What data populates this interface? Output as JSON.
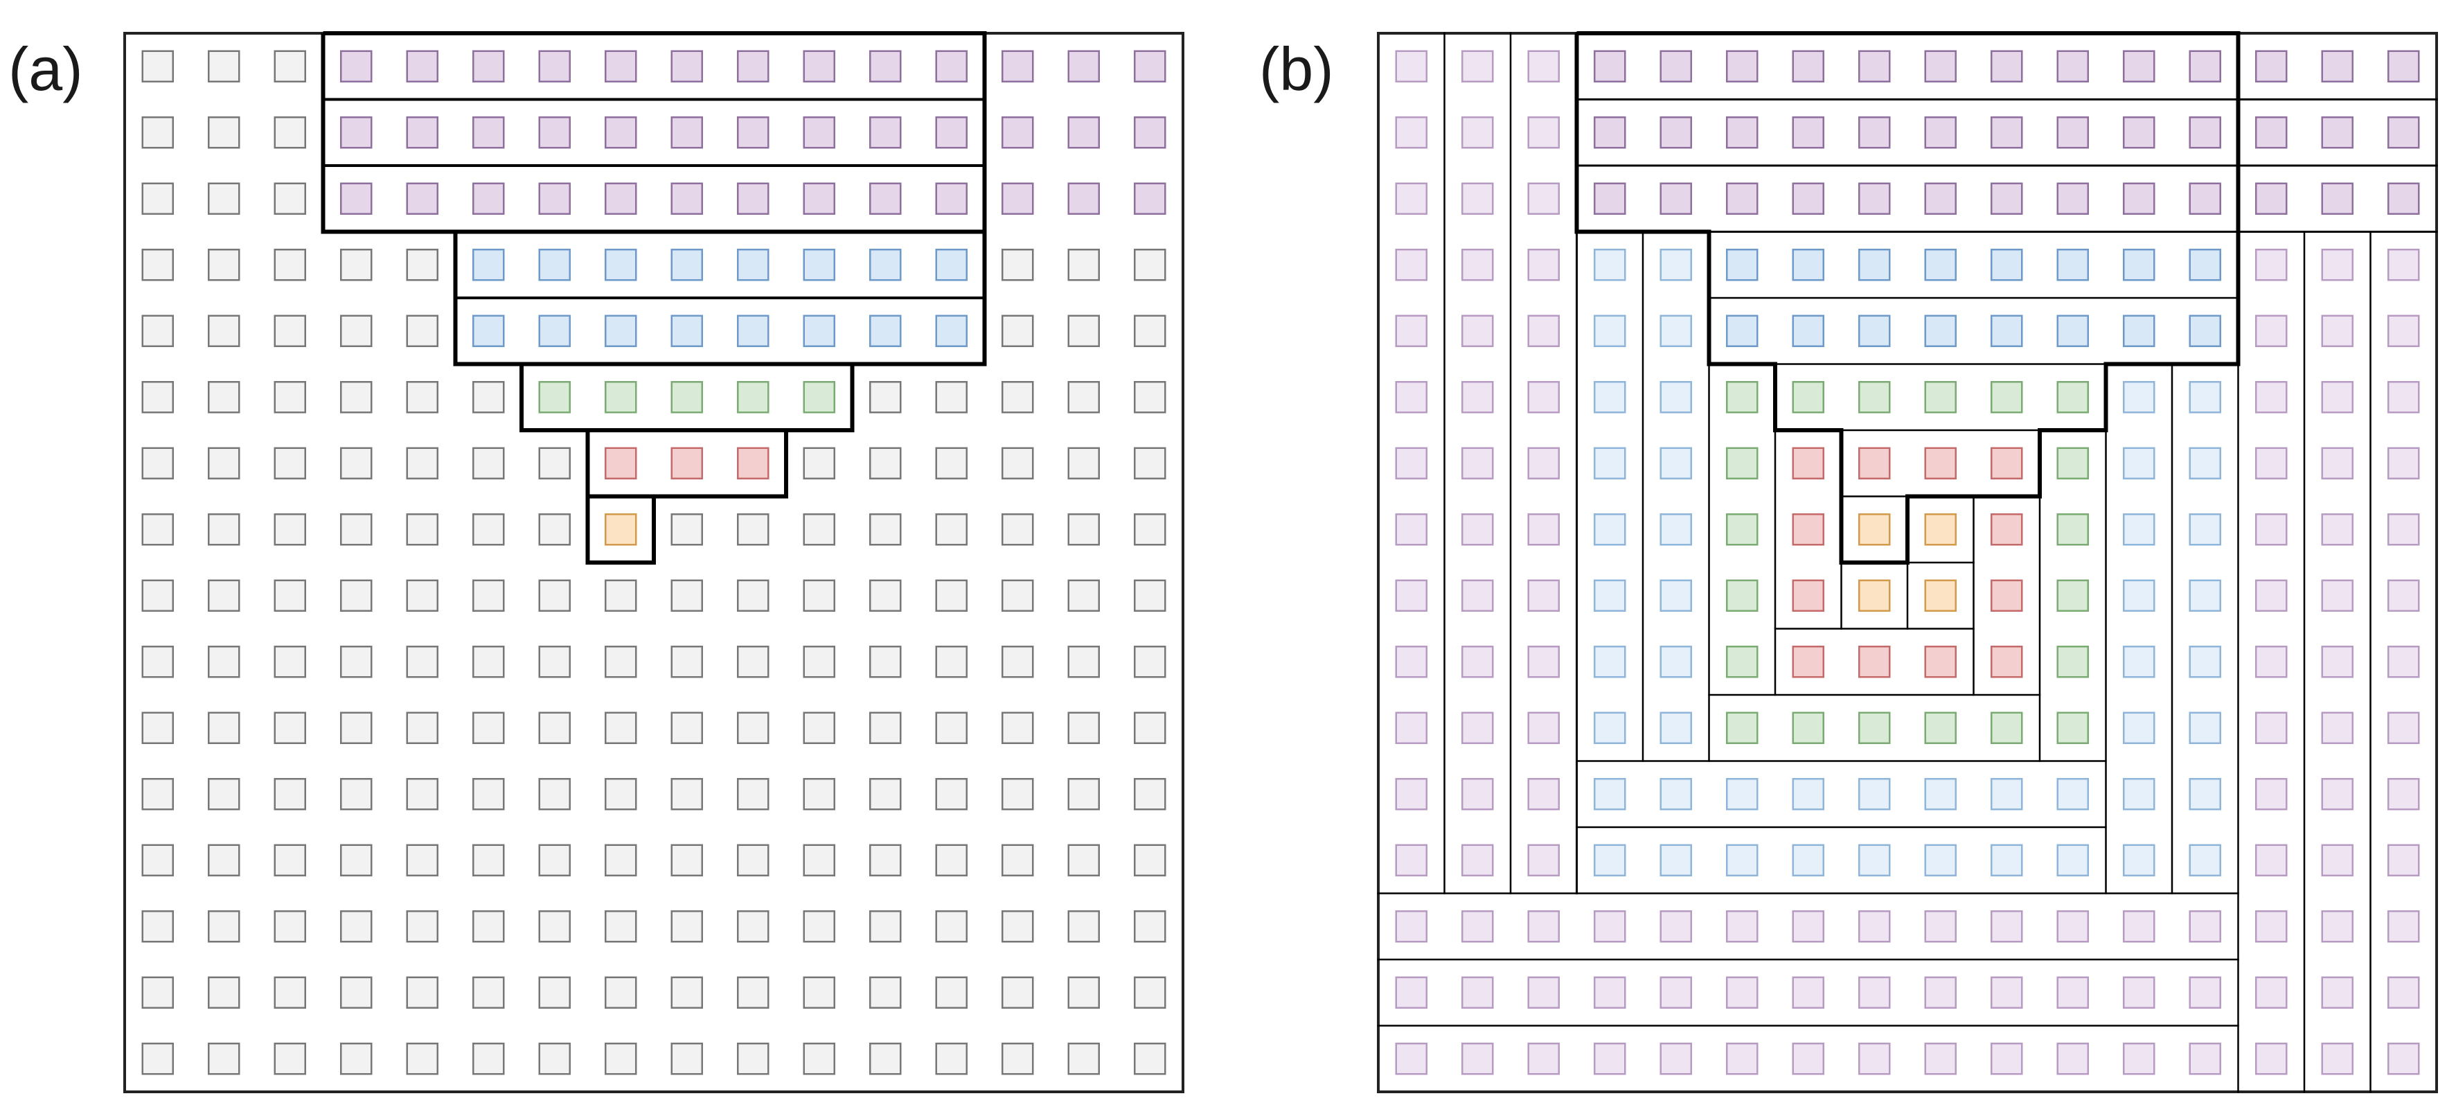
{
  "panels": {
    "a": {
      "label": "(a)"
    },
    "b": {
      "label": "(b)"
    }
  },
  "grid": {
    "rows": 16,
    "cols": 16
  },
  "colors": {
    "purple": {
      "fill": "#e5d6ea",
      "stroke": "#8f6f9e"
    },
    "blue": {
      "fill": "#d9e8f7",
      "stroke": "#6d9ac8"
    },
    "green": {
      "fill": "#d9ead6",
      "stroke": "#7aab73"
    },
    "red": {
      "fill": "#f4cfcf",
      "stroke": "#c46a6a"
    },
    "orange": {
      "fill": "#fbe3c4",
      "stroke": "#d39a4c"
    },
    "gray": {
      "fill": "#f2f2f2",
      "stroke": "#777777"
    },
    "lightpurple": {
      "fill": "#efe4f2",
      "stroke": "#b79bc2"
    },
    "lightblue": {
      "fill": "#e6f0fa",
      "stroke": "#8fb5da"
    }
  }
}
